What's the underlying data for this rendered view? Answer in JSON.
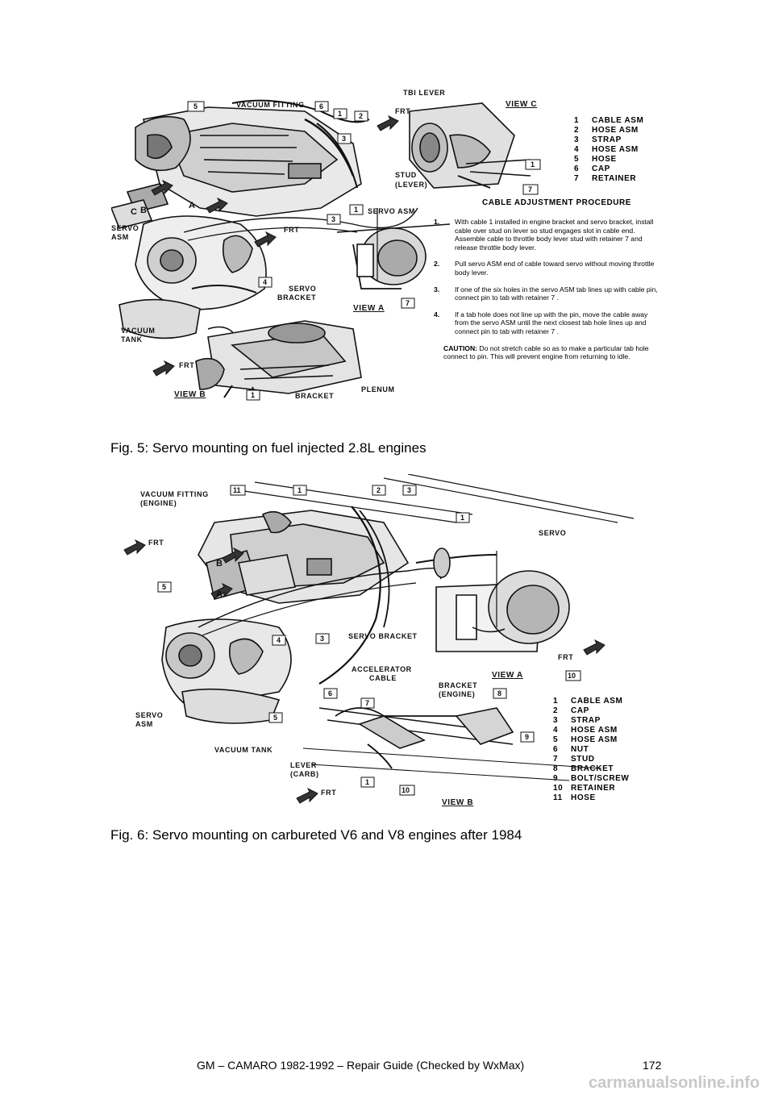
{
  "figure5": {
    "caption": "Fig. 5: Servo mounting on fuel injected 2.8L engines",
    "labels": {
      "vacuum_fitting": "VACUUM FITTING",
      "frt": "FRT",
      "tbi_lever": "TBI LEVER",
      "view_c": "VIEW C",
      "view_a": "VIEW A",
      "view_b": "VIEW B",
      "stud_lever": "STUD",
      "stud_lever2": "(LEVER)",
      "servo_asm": "SERVO ASM",
      "servo_asm_left1": "SERVO",
      "servo_asm_left2": "ASM",
      "servo_bracket1": "SERVO",
      "servo_bracket2": "BRACKET",
      "vacuum_tank1": "VACUUM",
      "vacuum_tank2": "TANK",
      "bracket": "BRACKET",
      "plenum": "PLENUM",
      "c": "C",
      "b": "B",
      "a": "A"
    },
    "legend": [
      {
        "n": "1",
        "t": "CABLE ASM"
      },
      {
        "n": "2",
        "t": "HOSE ASM"
      },
      {
        "n": "3",
        "t": "STRAP"
      },
      {
        "n": "4",
        "t": "HOSE ASM"
      },
      {
        "n": "5",
        "t": "HOSE"
      },
      {
        "n": "6",
        "t": "CAP"
      },
      {
        "n": "7",
        "t": "RETAINER"
      }
    ],
    "procedure": {
      "title": "CABLE ADJUSTMENT PROCEDURE",
      "steps": [
        {
          "n": "1.",
          "t": "With cable 1 installed in engine bracket and servo bracket, install cable over stud on lever so stud engages slot in cable end. Assemble cable to throttle body lever stud with retainer 7 and release throttle body lever."
        },
        {
          "n": "2.",
          "t": "Pull servo ASM end of cable toward servo without moving throttle body lever."
        },
        {
          "n": "3.",
          "t": "If one of the six holes in the servo ASM tab lines up with cable pin, connect pin to tab with retainer 7 ."
        },
        {
          "n": "4.",
          "t": "If a tab hole does not line up with the pin, move the cable away from the servo ASM until the next closest tab hole lines up and connect pin to tab with retainer 7 ."
        }
      ],
      "caution_label": "CAUTION:",
      "caution_text": "Do not stretch cable so as to make a particular tab hole connect to pin. This will prevent engine from returning to idle."
    }
  },
  "figure6": {
    "caption": "Fig. 6: Servo mounting on carbureted V6 and V8 engines after 1984",
    "labels": {
      "vacuum_fitting1": "VACUUM FITTING",
      "vacuum_fitting2": "(ENGINE)",
      "frt": "FRT",
      "servo": "SERVO",
      "servo_bracket": "SERVO BRACKET",
      "view_a": "VIEW A",
      "view_b": "VIEW B",
      "accel_cable1": "ACCELERATOR",
      "accel_cable2": "CABLE",
      "bracket_engine1": "BRACKET",
      "bracket_engine2": "(ENGINE)",
      "servo_asm1": "SERVO",
      "servo_asm2": "ASM",
      "vacuum_tank": "VACUUM TANK",
      "lever1": "LEVER",
      "lever2": "(CARB)",
      "a": "A",
      "b": "B"
    },
    "legend": [
      {
        "n": "1",
        "t": "CABLE ASM"
      },
      {
        "n": "2",
        "t": "CAP"
      },
      {
        "n": "3",
        "t": "STRAP"
      },
      {
        "n": "4",
        "t": "HOSE ASM"
      },
      {
        "n": "5",
        "t": "HOSE ASM"
      },
      {
        "n": "6",
        "t": "NUT"
      },
      {
        "n": "7",
        "t": "STUD"
      },
      {
        "n": "8",
        "t": "BRACKET"
      },
      {
        "n": "9",
        "t": "BOLT/SCREW"
      },
      {
        "n": "10",
        "t": "RETAINER"
      },
      {
        "n": "11",
        "t": "HOSE"
      }
    ]
  },
  "footer": {
    "text": "GM – CAMARO 1982-1992 – Repair Guide (Checked by WxMax)",
    "page_number": "172"
  },
  "watermark": "carmanualsonline.info"
}
